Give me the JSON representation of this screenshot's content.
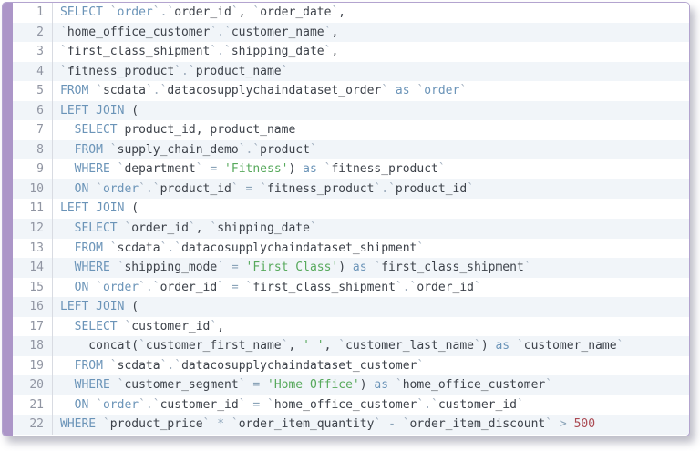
{
  "editor": {
    "accent_color": "#ac96c8",
    "border_color": "#b3a4cf",
    "stripe_color": "#f1f5f9",
    "colors": {
      "keyword": "#6b94b8",
      "identifier": "#3d424a",
      "backtick": "#9fadbd",
      "operator": "#8aa3b8",
      "string": "#57a95c",
      "number": "#ab4a52",
      "line_number": "#9095a2"
    },
    "lines": [
      {
        "num": "1",
        "tokens": [
          [
            "k",
            "SELECT"
          ],
          [
            "i",
            " "
          ],
          [
            "t",
            "`"
          ],
          [
            "k",
            "order"
          ],
          [
            "t",
            "`.`"
          ],
          [
            "i",
            "order_id"
          ],
          [
            "t",
            "`"
          ],
          [
            "i",
            ", "
          ],
          [
            "t",
            "`"
          ],
          [
            "i",
            "order_date"
          ],
          [
            "t",
            "`"
          ],
          [
            "i",
            ","
          ]
        ]
      },
      {
        "num": "2",
        "tokens": [
          [
            "t",
            "`"
          ],
          [
            "i",
            "home_office_customer"
          ],
          [
            "t",
            "`.`"
          ],
          [
            "i",
            "customer_name"
          ],
          [
            "t",
            "`"
          ],
          [
            "i",
            ","
          ]
        ]
      },
      {
        "num": "3",
        "tokens": [
          [
            "t",
            "`"
          ],
          [
            "i",
            "first_class_shipment"
          ],
          [
            "t",
            "`.`"
          ],
          [
            "i",
            "shipping_date"
          ],
          [
            "t",
            "`"
          ],
          [
            "i",
            ","
          ]
        ]
      },
      {
        "num": "4",
        "tokens": [
          [
            "t",
            "`"
          ],
          [
            "i",
            "fitness_product"
          ],
          [
            "t",
            "`.`"
          ],
          [
            "i",
            "product_name"
          ],
          [
            "t",
            "`"
          ]
        ]
      },
      {
        "num": "5",
        "tokens": [
          [
            "k",
            "FROM"
          ],
          [
            "i",
            " "
          ],
          [
            "t",
            "`"
          ],
          [
            "i",
            "scdata"
          ],
          [
            "t",
            "`.`"
          ],
          [
            "i",
            "datacosupplychaindataset_order"
          ],
          [
            "t",
            "`"
          ],
          [
            "i",
            " "
          ],
          [
            "k",
            "as"
          ],
          [
            "i",
            " "
          ],
          [
            "t",
            "`"
          ],
          [
            "k",
            "order"
          ],
          [
            "t",
            "`"
          ]
        ]
      },
      {
        "num": "6",
        "tokens": [
          [
            "k",
            "LEFT JOIN"
          ],
          [
            "i",
            " ("
          ]
        ]
      },
      {
        "num": "7",
        "tokens": [
          [
            "i",
            "  "
          ],
          [
            "k",
            "SELECT"
          ],
          [
            "i",
            " product_id, product_name"
          ]
        ]
      },
      {
        "num": "8",
        "tokens": [
          [
            "i",
            "  "
          ],
          [
            "k",
            "FROM"
          ],
          [
            "i",
            " "
          ],
          [
            "t",
            "`"
          ],
          [
            "i",
            "supply_chain_demo"
          ],
          [
            "t",
            "`.`"
          ],
          [
            "i",
            "product"
          ],
          [
            "t",
            "`"
          ]
        ]
      },
      {
        "num": "9",
        "tokens": [
          [
            "i",
            "  "
          ],
          [
            "k",
            "WHERE"
          ],
          [
            "i",
            " "
          ],
          [
            "t",
            "`"
          ],
          [
            "i",
            "department"
          ],
          [
            "t",
            "`"
          ],
          [
            "i",
            " "
          ],
          [
            "o",
            "="
          ],
          [
            "i",
            " "
          ],
          [
            "s",
            "'Fitness'"
          ],
          [
            "i",
            ") "
          ],
          [
            "k",
            "as"
          ],
          [
            "i",
            " "
          ],
          [
            "t",
            "`"
          ],
          [
            "i",
            "fitness_product"
          ],
          [
            "t",
            "`"
          ]
        ]
      },
      {
        "num": "10",
        "tokens": [
          [
            "i",
            "  "
          ],
          [
            "k",
            "ON"
          ],
          [
            "i",
            " "
          ],
          [
            "t",
            "`"
          ],
          [
            "k",
            "order"
          ],
          [
            "t",
            "`.`"
          ],
          [
            "i",
            "product_id"
          ],
          [
            "t",
            "`"
          ],
          [
            "i",
            " "
          ],
          [
            "o",
            "="
          ],
          [
            "i",
            " "
          ],
          [
            "t",
            "`"
          ],
          [
            "i",
            "fitness_product"
          ],
          [
            "t",
            "`.`"
          ],
          [
            "i",
            "product_id"
          ],
          [
            "t",
            "`"
          ]
        ]
      },
      {
        "num": "11",
        "tokens": [
          [
            "k",
            "LEFT JOIN"
          ],
          [
            "i",
            " ("
          ]
        ]
      },
      {
        "num": "12",
        "tokens": [
          [
            "i",
            "  "
          ],
          [
            "k",
            "SELECT"
          ],
          [
            "i",
            " "
          ],
          [
            "t",
            "`"
          ],
          [
            "i",
            "order_id"
          ],
          [
            "t",
            "`"
          ],
          [
            "i",
            ", "
          ],
          [
            "t",
            "`"
          ],
          [
            "i",
            "shipping_date"
          ],
          [
            "t",
            "`"
          ]
        ]
      },
      {
        "num": "13",
        "tokens": [
          [
            "i",
            "  "
          ],
          [
            "k",
            "FROM"
          ],
          [
            "i",
            " "
          ],
          [
            "t",
            "`"
          ],
          [
            "i",
            "scdata"
          ],
          [
            "t",
            "`.`"
          ],
          [
            "i",
            "datacosupplychaindataset_shipment"
          ],
          [
            "t",
            "`"
          ]
        ]
      },
      {
        "num": "14",
        "tokens": [
          [
            "i",
            "  "
          ],
          [
            "k",
            "WHERE"
          ],
          [
            "i",
            " "
          ],
          [
            "t",
            "`"
          ],
          [
            "i",
            "shipping_mode"
          ],
          [
            "t",
            "`"
          ],
          [
            "i",
            " "
          ],
          [
            "o",
            "="
          ],
          [
            "i",
            " "
          ],
          [
            "s",
            "'First Class'"
          ],
          [
            "i",
            ") "
          ],
          [
            "k",
            "as"
          ],
          [
            "i",
            " "
          ],
          [
            "t",
            "`"
          ],
          [
            "i",
            "first_class_shipment"
          ],
          [
            "t",
            "`"
          ]
        ]
      },
      {
        "num": "15",
        "tokens": [
          [
            "i",
            "  "
          ],
          [
            "k",
            "ON"
          ],
          [
            "i",
            " "
          ],
          [
            "t",
            "`"
          ],
          [
            "k",
            "order"
          ],
          [
            "t",
            "`.`"
          ],
          [
            "i",
            "order_id"
          ],
          [
            "t",
            "`"
          ],
          [
            "i",
            " "
          ],
          [
            "o",
            "="
          ],
          [
            "i",
            " "
          ],
          [
            "t",
            "`"
          ],
          [
            "i",
            "first_class_shipment"
          ],
          [
            "t",
            "`.`"
          ],
          [
            "i",
            "order_id"
          ],
          [
            "t",
            "`"
          ]
        ]
      },
      {
        "num": "16",
        "tokens": [
          [
            "k",
            "LEFT JOIN"
          ],
          [
            "i",
            " ("
          ]
        ]
      },
      {
        "num": "17",
        "tokens": [
          [
            "i",
            "  "
          ],
          [
            "k",
            "SELECT"
          ],
          [
            "i",
            " "
          ],
          [
            "t",
            "`"
          ],
          [
            "i",
            "customer_id"
          ],
          [
            "t",
            "`"
          ],
          [
            "i",
            ","
          ]
        ]
      },
      {
        "num": "18",
        "tokens": [
          [
            "i",
            "    concat("
          ],
          [
            "t",
            "`"
          ],
          [
            "i",
            "customer_first_name"
          ],
          [
            "t",
            "`"
          ],
          [
            "i",
            ", "
          ],
          [
            "s",
            "' '"
          ],
          [
            "i",
            ", "
          ],
          [
            "t",
            "`"
          ],
          [
            "i",
            "customer_last_name"
          ],
          [
            "t",
            "`"
          ],
          [
            "i",
            ") "
          ],
          [
            "k",
            "as"
          ],
          [
            "i",
            " "
          ],
          [
            "t",
            "`"
          ],
          [
            "i",
            "customer_name"
          ],
          [
            "t",
            "`"
          ]
        ]
      },
      {
        "num": "19",
        "tokens": [
          [
            "i",
            "  "
          ],
          [
            "k",
            "FROM"
          ],
          [
            "i",
            " "
          ],
          [
            "t",
            "`"
          ],
          [
            "i",
            "scdata"
          ],
          [
            "t",
            "`.`"
          ],
          [
            "i",
            "datacosupplychaindataset_customer"
          ],
          [
            "t",
            "`"
          ]
        ]
      },
      {
        "num": "20",
        "tokens": [
          [
            "i",
            "  "
          ],
          [
            "k",
            "WHERE"
          ],
          [
            "i",
            " "
          ],
          [
            "t",
            "`"
          ],
          [
            "i",
            "customer_segment"
          ],
          [
            "t",
            "`"
          ],
          [
            "i",
            " "
          ],
          [
            "o",
            "="
          ],
          [
            "i",
            " "
          ],
          [
            "s",
            "'Home Office'"
          ],
          [
            "i",
            ") "
          ],
          [
            "k",
            "as"
          ],
          [
            "i",
            " "
          ],
          [
            "t",
            "`"
          ],
          [
            "i",
            "home_office_customer"
          ],
          [
            "t",
            "`"
          ]
        ]
      },
      {
        "num": "21",
        "tokens": [
          [
            "i",
            "  "
          ],
          [
            "k",
            "ON"
          ],
          [
            "i",
            " "
          ],
          [
            "t",
            "`"
          ],
          [
            "k",
            "order"
          ],
          [
            "t",
            "`.`"
          ],
          [
            "i",
            "customer_id"
          ],
          [
            "t",
            "`"
          ],
          [
            "i",
            " "
          ],
          [
            "o",
            "="
          ],
          [
            "i",
            " "
          ],
          [
            "t",
            "`"
          ],
          [
            "i",
            "home_office_customer"
          ],
          [
            "t",
            "`.`"
          ],
          [
            "i",
            "customer_id"
          ],
          [
            "t",
            "`"
          ]
        ]
      },
      {
        "num": "22",
        "tokens": [
          [
            "k",
            "WHERE"
          ],
          [
            "i",
            " "
          ],
          [
            "t",
            "`"
          ],
          [
            "i",
            "product_price"
          ],
          [
            "t",
            "`"
          ],
          [
            "i",
            " "
          ],
          [
            "o",
            "*"
          ],
          [
            "i",
            " "
          ],
          [
            "t",
            "`"
          ],
          [
            "i",
            "order_item_quantity"
          ],
          [
            "t",
            "`"
          ],
          [
            "i",
            " "
          ],
          [
            "o",
            "-"
          ],
          [
            "i",
            " "
          ],
          [
            "t",
            "`"
          ],
          [
            "i",
            "order_item_discount"
          ],
          [
            "t",
            "`"
          ],
          [
            "i",
            " "
          ],
          [
            "o",
            ">"
          ],
          [
            "i",
            " "
          ],
          [
            "n",
            "500"
          ]
        ]
      }
    ]
  }
}
